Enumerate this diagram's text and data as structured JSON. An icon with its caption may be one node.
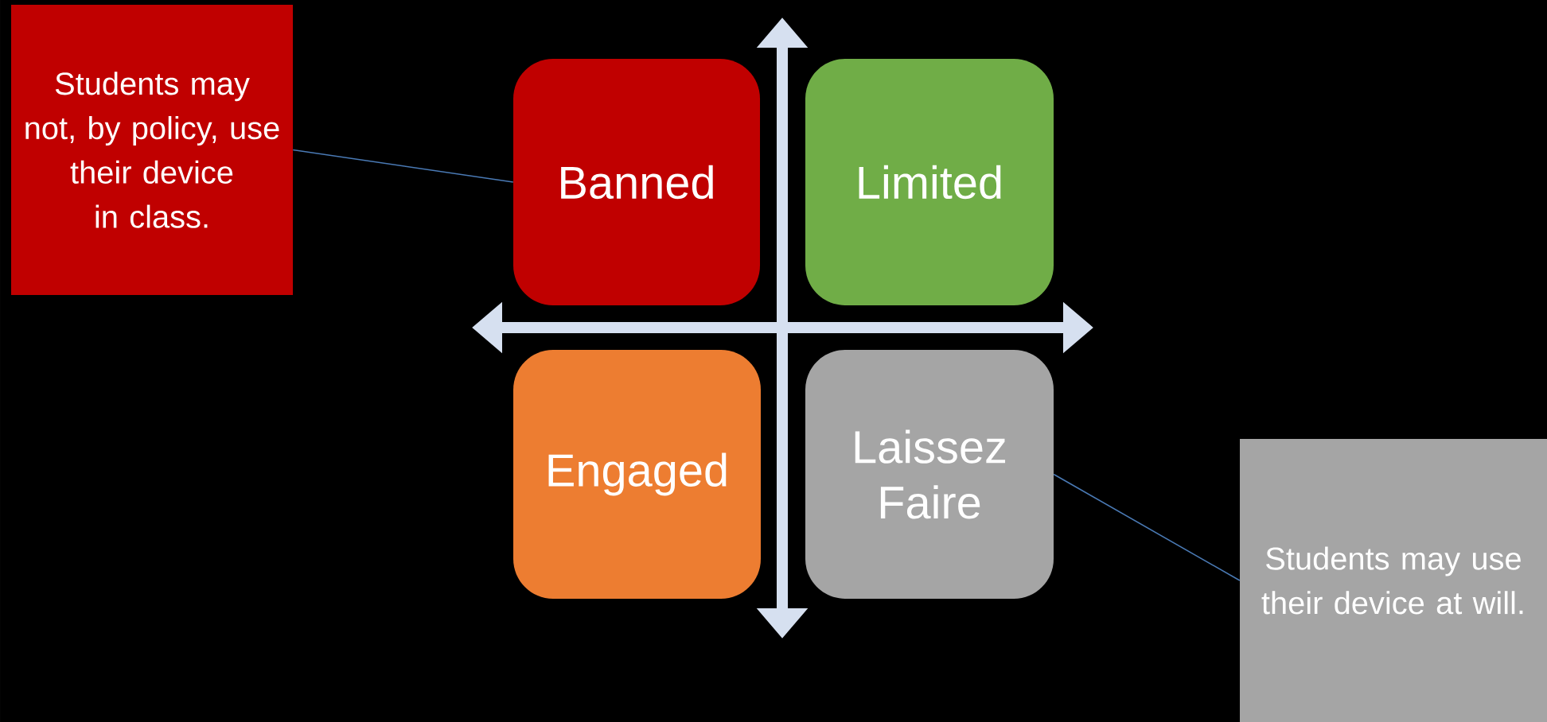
{
  "diagram": {
    "nodes": [
      {
        "text": [
          "Students may not, by policy, use their device in class."
        ]
      },
      {
        "text": [
          "Banned"
        ]
      },
      {
        "text": [
          "Limited"
        ]
      },
      {
        "text": [
          "Engaged"
        ]
      },
      {
        "text": [
          "Laissez Faire"
        ]
      },
      {
        "text": [
          "Students may use their device at will."
        ]
      }
    ],
    "edges": [
      {
        "from": 0,
        "to": 1,
        "arrow": "none"
      },
      {
        "from": 4,
        "to": 5,
        "arrow": "none"
      }
    ]
  }
}
